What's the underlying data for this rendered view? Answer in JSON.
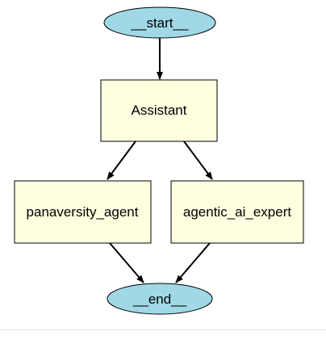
{
  "graph": {
    "colors": {
      "terminal_fill": "#a0d8e6",
      "process_fill": "#ffffe0",
      "stroke": "#000000"
    },
    "nodes": {
      "start": {
        "label": "__start__",
        "shape": "ellipse"
      },
      "assistant": {
        "label": "Assistant",
        "shape": "box"
      },
      "panaversity_agent": {
        "label": "panaversity_agent",
        "shape": "box"
      },
      "agentic_ai_expert": {
        "label": "agentic_ai_expert",
        "shape": "box"
      },
      "end": {
        "label": "__end__",
        "shape": "ellipse"
      }
    },
    "edges": [
      {
        "from": "start",
        "to": "assistant"
      },
      {
        "from": "assistant",
        "to": "panaversity_agent"
      },
      {
        "from": "assistant",
        "to": "agentic_ai_expert"
      },
      {
        "from": "panaversity_agent",
        "to": "end"
      },
      {
        "from": "agentic_ai_expert",
        "to": "end"
      }
    ]
  }
}
